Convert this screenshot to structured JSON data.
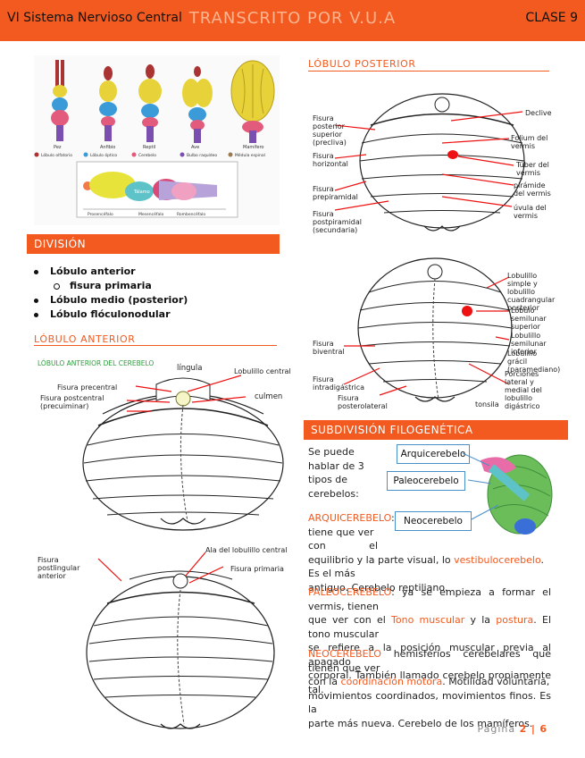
{
  "header": {
    "left": "VI Sistema Nervioso Central",
    "center": "TRANSCRITO POR V.U.A",
    "right": "CLASE 9"
  },
  "division": {
    "title": "DIVISIÓN",
    "items": [
      "Lóbulo anterior",
      "fisura primaria",
      "Lóbulo medio (posterior)",
      "Lóbulo flóculonodular"
    ]
  },
  "lobulo_anterior": {
    "title": "LÓBULO ANTERIOR",
    "figure_title": "LÓBULO ANTERIOR DEL CEREBELO",
    "labels": {
      "lingula": "língula",
      "lobulillo_central": "Lobulillo central",
      "fisura_precentral": "Fisura precentral",
      "fisura_postcentral": "Fisura postcentral (precuiminar)",
      "culmen": "culmen",
      "fisura_postlingula": "Fisura postlingular anterior",
      "ala_lobulillo": "Ala del lobulillo central",
      "fisura_primaria": "Fisura primaria"
    }
  },
  "brain_figure": {
    "labels": [
      "Pez",
      "Anfibio",
      "Reptil",
      "Ave",
      "Mamífero"
    ],
    "legend": [
      "Lóbulo olfatorio",
      "Lóbulo óptico",
      "Cerebelo",
      "Bulbo raquídeo",
      "Médula espinal"
    ],
    "bottom_labels": [
      "Prosencéfalo",
      "Mesencéfalo",
      "Rombencéfalo"
    ],
    "telencefalo": "Tálamo"
  },
  "lobulo_posterior": {
    "title": "LÓBULO POSTERIOR",
    "fig1_labels": {
      "fisura_posterior_superior": "Fisura posterior superior (precliva)",
      "fisura_horizontal": "Fisura horizontal",
      "fisura_prepiramidal": "Fisura prepiramidal",
      "fisura_posterolateral": "Fisura postpiramidal (secundaria)",
      "declive": "Declive",
      "folium": "Folium del vermis",
      "tuber": "Túber del vermis",
      "piramide": "pirámide del vermis",
      "uvula": "úvula del vermis"
    },
    "fig2_labels": {
      "lobulillo_simple": "Lobulillo simple y lobulillo cuadrangular posterior",
      "lobulo_semilunar_sup": "Lóbulo semilunar superior",
      "lobulillo_semilunar_inf": "Lobulillo semilunar inferior",
      "lobulillo_gracil": "Lobulillo grácil (paramediano)",
      "porciones": "Porciones lateral y medial del lobulillo digástrico",
      "fisura_biventral": "Fisura biventral",
      "fisura_intrabigastrica": "Fisura intradigástrica",
      "fisura_posterolat": "Fisura posterolateral",
      "tonsila": "tonsila"
    }
  },
  "subdivision": {
    "title": "SUBDIVISIÓN FILOGENÉTICA",
    "intro": [
      "Se puede",
      "hablar de 3",
      "tipos de",
      "cerebelos:"
    ],
    "boxes": [
      "Arquicerebelo",
      "Paleocerebelo",
      "Neocerebelo"
    ],
    "arqui_head": "ARQUICEREBELO",
    "arqui_l1": "tiene que ver",
    "arqui_l2a": "con",
    "arqui_l2b": "el",
    "arqui_l3a": "equilibrio y la parte visual, lo",
    "arqui_kw": "vestibulocerebelo",
    "arqui_l3b": ". Es el más",
    "arqui_l4": "antiguo. Cerebelo reptiliano.",
    "paleo_head": "PALEOCEREBELO",
    "paleo_l1": ": ya se empieza a formar el vermis, tienen",
    "paleo_l2a": "que ver con el",
    "paleo_kw1": "Tono muscular",
    "paleo_l2b": "y la",
    "paleo_kw2": "postura",
    "paleo_l2c": ". El tono muscular",
    "paleo_l3": "se refiere a la posición muscular previa al apagado",
    "paleo_l4": "corporal. También llamado cerebelo propiamente tal.",
    "neo_head": "NEOCEREBELO",
    "neo_l1": "hemisferios cerebelares que tienen que ver",
    "neo_l2a": "con la",
    "neo_kw": "coordinación motora",
    "neo_l2b": ". Motilidad voluntaria,",
    "neo_l3": "movimientos coordinados, movimientos finos. Es la",
    "neo_l4": "parte más nueva. Cerebelo de los mamíferos."
  },
  "footer": {
    "prefix": "Página",
    "page": "2",
    "sep": "|",
    "total": "6"
  }
}
